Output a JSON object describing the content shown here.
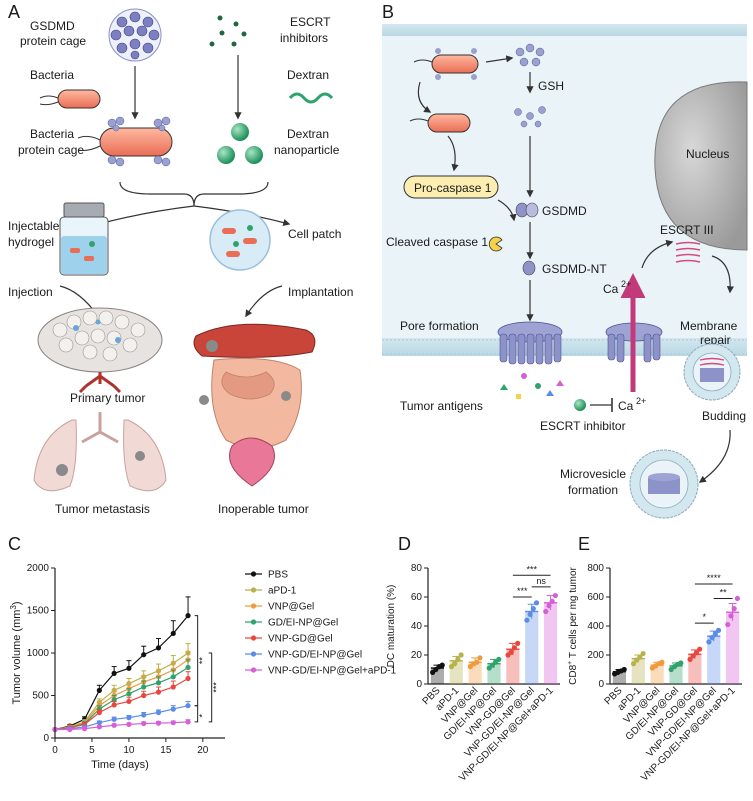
{
  "panels": {
    "A": "A",
    "B": "B",
    "C": "C",
    "D": "D",
    "E": "E"
  },
  "panelA": {
    "gsdmd_cage": [
      "GSDMD",
      "protein cage"
    ],
    "escrt_inh": [
      "ESCRT",
      "inhibitors"
    ],
    "bacteria": "Bacteria",
    "dextran": "Dextran",
    "bact_cage": [
      "Bacteria",
      "protein cage"
    ],
    "dextran_np": [
      "Dextran",
      "nanoparticle"
    ],
    "hydrogel": [
      "Injectable",
      "hydrogel"
    ],
    "cell_patch": "Cell patch",
    "injection": "Injection",
    "implantation": "Implantation",
    "primary_tumor": "Primary tumor",
    "metastasis": "Tumor metastasis",
    "inoperable": "Inoperable tumor"
  },
  "panelB": {
    "gsh": "GSH",
    "nucleus": "Nucleus",
    "procaspase": "Pro-caspase 1",
    "gsdmd": "GSDMD",
    "cleaved": "Cleaved caspase 1",
    "gsdmd_nt": "GSDMD-NT",
    "escrt3": "ESCRT III",
    "ca_top": "Ca",
    "ca_bottom": "Ca",
    "ca_sup": "2+",
    "pore": "Pore formation",
    "membrane": [
      "Membrane",
      "repair"
    ],
    "antigens": "Tumor antigens",
    "escrt_inh": "ESCRT inhibitor",
    "budding": "Budding",
    "microvesicle": [
      "Microvesicle",
      "formation"
    ]
  },
  "chart_data": [
    {
      "type": "line",
      "panel": "C",
      "xlabel": "Time (days)",
      "ylabel": "Tumor volume (mm",
      "ylabel_sup": "3",
      "ylabel_end": ")",
      "xlim": [
        0,
        23
      ],
      "ylim": [
        0,
        2000
      ],
      "xticks": [
        0,
        5,
        10,
        15,
        20
      ],
      "yticks": [
        0,
        500,
        1000,
        1500,
        2000
      ],
      "x": [
        0,
        2,
        4,
        6,
        8,
        10,
        12,
        14,
        16,
        18
      ],
      "series": [
        {
          "name": "PBS",
          "color": "#111111",
          "values": [
            100,
            140,
            220,
            560,
            760,
            820,
            980,
            1060,
            1230,
            1440
          ],
          "errors": [
            15,
            20,
            30,
            60,
            80,
            90,
            100,
            110,
            150,
            220
          ]
        },
        {
          "name": "aPD-1",
          "color": "#b8b24a",
          "values": [
            100,
            130,
            190,
            420,
            560,
            640,
            720,
            790,
            880,
            1000
          ],
          "errors": [
            15,
            20,
            25,
            40,
            60,
            60,
            70,
            80,
            90,
            110
          ]
        },
        {
          "name": "VNP@Gel",
          "color": "#f09a3e",
          "values": [
            100,
            130,
            180,
            380,
            500,
            580,
            660,
            720,
            800,
            920
          ],
          "errors": [
            15,
            20,
            25,
            40,
            50,
            60,
            70,
            80,
            90,
            100
          ]
        },
        {
          "name": "GD/EI-NP@Gel",
          "color": "#2fa36b",
          "values": [
            100,
            120,
            170,
            340,
            450,
            520,
            600,
            650,
            720,
            830
          ],
          "errors": [
            15,
            20,
            25,
            40,
            50,
            60,
            70,
            70,
            80,
            90
          ]
        },
        {
          "name": "VNP-GD@Gel",
          "color": "#e8473e",
          "values": [
            100,
            120,
            160,
            300,
            390,
            430,
            500,
            540,
            600,
            700
          ],
          "errors": [
            15,
            20,
            20,
            30,
            40,
            50,
            50,
            60,
            70,
            80
          ]
        },
        {
          "name": "VNP-GD/EI-NP@Gel",
          "color": "#5b8ce8",
          "values": [
            100,
            110,
            130,
            180,
            220,
            240,
            270,
            300,
            340,
            380
          ],
          "errors": [
            10,
            15,
            15,
            20,
            25,
            25,
            30,
            30,
            40,
            50
          ]
        },
        {
          "name": "VNP-GD/EI-NP@Gel+aPD-1",
          "color": "#d65fd6",
          "values": [
            100,
            100,
            110,
            130,
            150,
            160,
            170,
            175,
            180,
            190
          ],
          "errors": [
            10,
            10,
            10,
            15,
            15,
            15,
            20,
            20,
            20,
            25
          ]
        }
      ],
      "significance": [
        "**",
        "*",
        "***"
      ]
    },
    {
      "type": "bar",
      "panel": "D",
      "ylabel": "DC maturation (%)",
      "ylim": [
        0,
        80
      ],
      "yticks": [
        0,
        20,
        40,
        60,
        80
      ],
      "categories": [
        "PBS",
        "aPD-1",
        "VNP@Gel",
        "GD/EI-NP@Gel",
        "VNP-GD@Gel",
        "VNP-GD/EI-NP@Gel",
        "VNP-GD/EI-NP@Gel+aPD-1"
      ],
      "values": [
        11,
        16,
        15,
        14,
        24,
        50,
        56
      ],
      "errors": [
        2,
        3,
        3,
        3,
        4,
        5,
        5
      ],
      "points": [
        [
          8,
          10,
          12,
          13
        ],
        [
          12,
          14,
          17,
          20
        ],
        [
          12,
          14,
          15,
          18
        ],
        [
          11,
          13,
          15,
          17
        ],
        [
          20,
          22,
          25,
          28
        ],
        [
          44,
          48,
          52,
          56
        ],
        [
          50,
          54,
          57,
          61
        ]
      ],
      "colors": [
        "#111111",
        "#b8b24a",
        "#f09a3e",
        "#2fa36b",
        "#e8473e",
        "#5b8ce8",
        "#d65fd6"
      ],
      "significance": [
        {
          "from": 4,
          "to": 5,
          "label": "***",
          "y": 60
        },
        {
          "from": 5,
          "to": 6,
          "label": "ns",
          "y": 67
        },
        {
          "from": 4,
          "to": 6,
          "label": "***",
          "y": 75
        }
      ]
    },
    {
      "type": "bar",
      "panel": "E",
      "ylabel": "CD8",
      "ylabel_sup": "+",
      "ylabel_end": " T cells  per mg tumor",
      "ylim": [
        0,
        800
      ],
      "yticks": [
        0,
        200,
        400,
        600,
        800
      ],
      "categories": [
        "PBS",
        "aPD-1",
        "VNP@Gel",
        "GD/EI-NP@Gel",
        "VNP-GD@Gel",
        "VNP-GD/EI-NP@Gel",
        "VNP-GD/EI-NP@Gel+aPD-1"
      ],
      "values": [
        85,
        175,
        130,
        125,
        205,
        330,
        495
      ],
      "errors": [
        15,
        25,
        20,
        20,
        30,
        35,
        60
      ],
      "points": [
        [
          70,
          80,
          90,
          100
        ],
        [
          140,
          165,
          185,
          210
        ],
        [
          110,
          125,
          140,
          150
        ],
        [
          100,
          120,
          135,
          145
        ],
        [
          170,
          195,
          215,
          240
        ],
        [
          290,
          320,
          345,
          370
        ],
        [
          410,
          470,
          520,
          590
        ]
      ],
      "colors": [
        "#111111",
        "#b8b24a",
        "#f09a3e",
        "#2fa36b",
        "#e8473e",
        "#5b8ce8",
        "#d65fd6"
      ],
      "significance": [
        {
          "from": 4,
          "to": 5,
          "label": "*",
          "y": 420
        },
        {
          "from": 5,
          "to": 6,
          "label": "**",
          "y": 590
        },
        {
          "from": 4,
          "to": 6,
          "label": "****",
          "y": 690
        }
      ]
    }
  ]
}
